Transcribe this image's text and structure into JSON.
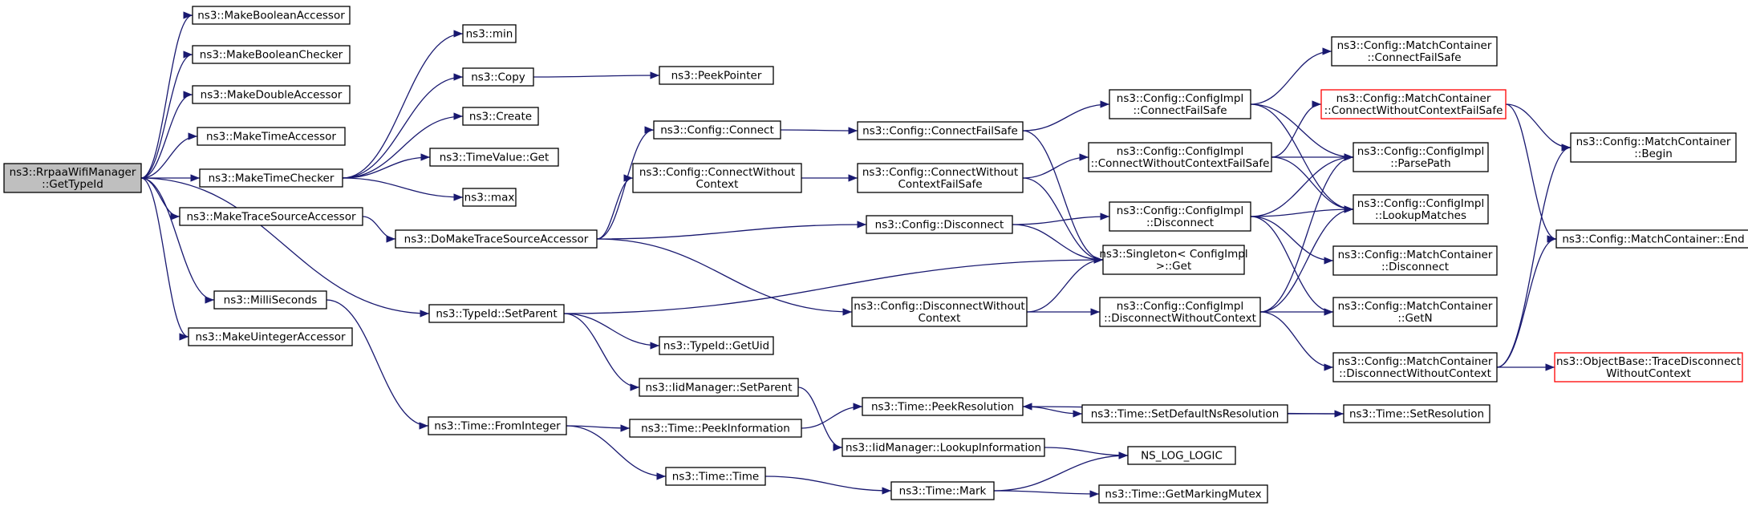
{
  "graph": {
    "colors": {
      "edge": "#191970",
      "root_fill": "#bfbfbf",
      "border": "#000000",
      "highlight_border": "#ff0000"
    },
    "nodes": [
      {
        "id": "root",
        "lines": [
          "ns3::RrpaaWifiManager",
          "::GetTypeId"
        ],
        "style": "root"
      },
      {
        "id": "mba",
        "lines": [
          "ns3::MakeBooleanAccessor"
        ]
      },
      {
        "id": "mbc",
        "lines": [
          "ns3::MakeBooleanChecker"
        ]
      },
      {
        "id": "mda",
        "lines": [
          "ns3::MakeDoubleAccessor"
        ]
      },
      {
        "id": "mta",
        "lines": [
          "ns3::MakeTimeAccessor"
        ]
      },
      {
        "id": "mtc",
        "lines": [
          "ns3::MakeTimeChecker"
        ]
      },
      {
        "id": "mtsa",
        "lines": [
          "ns3::MakeTraceSourceAccessor"
        ]
      },
      {
        "id": "ms",
        "lines": [
          "ns3::MilliSeconds"
        ]
      },
      {
        "id": "mua",
        "lines": [
          "ns3::MakeUintegerAccessor"
        ]
      },
      {
        "id": "min",
        "lines": [
          "ns3::min"
        ]
      },
      {
        "id": "copy",
        "lines": [
          "ns3::Copy"
        ]
      },
      {
        "id": "create",
        "lines": [
          "ns3::Create"
        ]
      },
      {
        "id": "tvget",
        "lines": [
          "ns3::TimeValue::Get"
        ]
      },
      {
        "id": "max",
        "lines": [
          "ns3::max"
        ]
      },
      {
        "id": "peekptr",
        "lines": [
          "ns3::PeekPointer"
        ]
      },
      {
        "id": "dmtsa",
        "lines": [
          "ns3::DoMakeTraceSourceAccessor"
        ]
      },
      {
        "id": "setparent",
        "lines": [
          "ns3::TypeId::SetParent"
        ]
      },
      {
        "id": "frominteger",
        "lines": [
          "ns3::Time::FromInteger"
        ]
      },
      {
        "id": "cconnect",
        "lines": [
          "ns3::Config::Connect"
        ]
      },
      {
        "id": "cconnectwc",
        "lines": [
          "ns3::Config::ConnectWithout",
          "Context"
        ]
      },
      {
        "id": "cdisconnect",
        "lines": [
          "ns3::Config::Disconnect"
        ]
      },
      {
        "id": "cdisconnectwc",
        "lines": [
          "ns3::Config::DisconnectWithout",
          "Context"
        ]
      },
      {
        "id": "getuid",
        "lines": [
          "ns3::TypeId::GetUid"
        ]
      },
      {
        "id": "iidsetparent",
        "lines": [
          "ns3::IidManager::SetParent"
        ]
      },
      {
        "id": "peekinfo",
        "lines": [
          "ns3::Time::PeekInformation"
        ]
      },
      {
        "id": "timetime",
        "lines": [
          "ns3::Time::Time"
        ]
      },
      {
        "id": "cconnectfs",
        "lines": [
          "ns3::Config::ConnectFailSafe"
        ]
      },
      {
        "id": "cconnectwcfs",
        "lines": [
          "ns3::Config::ConnectWithout",
          "ContextFailSafe"
        ]
      },
      {
        "id": "singleton",
        "lines": [
          "ns3::Singleton< ConfigImpl",
          ">::Get"
        ]
      },
      {
        "id": "peekres",
        "lines": [
          "ns3::Time::PeekResolution"
        ]
      },
      {
        "id": "iidlookup",
        "lines": [
          "ns3::IidManager::LookupInformation"
        ]
      },
      {
        "id": "mark",
        "lines": [
          "ns3::Time::Mark"
        ]
      },
      {
        "id": "ciconnectfs",
        "lines": [
          "ns3::Config::ConfigImpl",
          "::ConnectFailSafe"
        ]
      },
      {
        "id": "ciconnectwcfs",
        "lines": [
          "ns3::Config::ConfigImpl",
          "::ConnectWithoutContextFailSafe"
        ]
      },
      {
        "id": "cidisconnect",
        "lines": [
          "ns3::Config::ConfigImpl",
          "::Disconnect"
        ]
      },
      {
        "id": "cidisconnectwc",
        "lines": [
          "ns3::Config::ConfigImpl",
          "::DisconnectWithoutContext"
        ]
      },
      {
        "id": "setdefaultns",
        "lines": [
          "ns3::Time::SetDefaultNsResolution"
        ]
      },
      {
        "id": "nslog",
        "lines": [
          "NS_LOG_LOGIC"
        ]
      },
      {
        "id": "getmarkingmutex",
        "lines": [
          "ns3::Time::GetMarkingMutex"
        ]
      },
      {
        "id": "mcconnectfs",
        "lines": [
          "ns3::Config::MatchContainer",
          "::ConnectFailSafe"
        ]
      },
      {
        "id": "mcconnectwcfs",
        "lines": [
          "ns3::Config::MatchContainer",
          "::ConnectWithoutContextFailSafe"
        ],
        "style": "red"
      },
      {
        "id": "ciparsepath",
        "lines": [
          "ns3::Config::ConfigImpl",
          "::ParsePath"
        ]
      },
      {
        "id": "cilookup",
        "lines": [
          "ns3::Config::ConfigImpl",
          "::LookupMatches"
        ]
      },
      {
        "id": "mcdisconnect",
        "lines": [
          "ns3::Config::MatchContainer",
          "::Disconnect"
        ]
      },
      {
        "id": "mcgetn",
        "lines": [
          "ns3::Config::MatchContainer",
          "::GetN"
        ]
      },
      {
        "id": "mcdisconnectwc",
        "lines": [
          "ns3::Config::MatchContainer",
          "::DisconnectWithoutContext"
        ]
      },
      {
        "id": "setres",
        "lines": [
          "ns3::Time::SetResolution"
        ]
      },
      {
        "id": "mcbegin",
        "lines": [
          "ns3::Config::MatchContainer",
          "::Begin"
        ]
      },
      {
        "id": "mcend",
        "lines": [
          "ns3::Config::MatchContainer::End"
        ]
      },
      {
        "id": "obtdwc",
        "lines": [
          "ns3::ObjectBase::TraceDisconnect",
          "WithoutContext"
        ],
        "style": "red"
      }
    ],
    "edges": [
      [
        "root",
        "mba"
      ],
      [
        "root",
        "mbc"
      ],
      [
        "root",
        "mda"
      ],
      [
        "root",
        "mta"
      ],
      [
        "root",
        "mtc"
      ],
      [
        "root",
        "mtsa"
      ],
      [
        "root",
        "ms"
      ],
      [
        "root",
        "mua"
      ],
      [
        "root",
        "setparent"
      ],
      [
        "mtc",
        "min"
      ],
      [
        "mtc",
        "copy"
      ],
      [
        "mtc",
        "create"
      ],
      [
        "mtc",
        "tvget"
      ],
      [
        "mtc",
        "max"
      ],
      [
        "copy",
        "peekptr"
      ],
      [
        "mtsa",
        "dmtsa"
      ],
      [
        "dmtsa",
        "cconnect"
      ],
      [
        "dmtsa",
        "cconnectwc"
      ],
      [
        "dmtsa",
        "cdisconnect"
      ],
      [
        "dmtsa",
        "cdisconnectwc"
      ],
      [
        "ms",
        "frominteger"
      ],
      [
        "setparent",
        "singleton"
      ],
      [
        "setparent",
        "getuid"
      ],
      [
        "setparent",
        "iidsetparent"
      ],
      [
        "iidsetparent",
        "iidlookup"
      ],
      [
        "frominteger",
        "peekinfo"
      ],
      [
        "frominteger",
        "timetime"
      ],
      [
        "peekinfo",
        "peekres"
      ],
      [
        "timetime",
        "mark"
      ],
      [
        "cconnect",
        "cconnectfs"
      ],
      [
        "cconnectwc",
        "cconnectwcfs"
      ],
      [
        "cdisconnect",
        "singleton"
      ],
      [
        "cdisconnect",
        "cidisconnect"
      ],
      [
        "cdisconnectwc",
        "singleton"
      ],
      [
        "cdisconnectwc",
        "cidisconnectwc"
      ],
      [
        "cconnectfs",
        "singleton"
      ],
      [
        "cconnectfs",
        "ciconnectfs"
      ],
      [
        "cconnectwcfs",
        "singleton"
      ],
      [
        "cconnectwcfs",
        "ciconnectwcfs"
      ],
      [
        "iidlookup",
        "nslog"
      ],
      [
        "mark",
        "nslog"
      ],
      [
        "mark",
        "getmarkingmutex"
      ],
      [
        "peekres",
        "setdefaultns"
      ],
      [
        "setdefaultns",
        "setres"
      ],
      [
        "setres",
        "peekres"
      ],
      [
        "ciconnectfs",
        "mcconnectfs"
      ],
      [
        "ciconnectfs",
        "ciparsepath"
      ],
      [
        "ciconnectfs",
        "cilookup"
      ],
      [
        "ciconnectwcfs",
        "mcconnectwcfs"
      ],
      [
        "ciconnectwcfs",
        "ciparsepath"
      ],
      [
        "ciconnectwcfs",
        "cilookup"
      ],
      [
        "cidisconnect",
        "ciparsepath"
      ],
      [
        "cidisconnect",
        "cilookup"
      ],
      [
        "cidisconnect",
        "mcdisconnect"
      ],
      [
        "cidisconnect",
        "mcgetn"
      ],
      [
        "cidisconnectwc",
        "ciparsepath"
      ],
      [
        "cidisconnectwc",
        "cilookup"
      ],
      [
        "cidisconnectwc",
        "mcgetn"
      ],
      [
        "cidisconnectwc",
        "mcdisconnectwc"
      ],
      [
        "mcconnectwcfs",
        "mcbegin"
      ],
      [
        "mcconnectwcfs",
        "mcend"
      ],
      [
        "mcdisconnectwc",
        "mcbegin"
      ],
      [
        "mcdisconnectwc",
        "mcend"
      ],
      [
        "mcdisconnectwc",
        "obtdwc"
      ]
    ]
  }
}
